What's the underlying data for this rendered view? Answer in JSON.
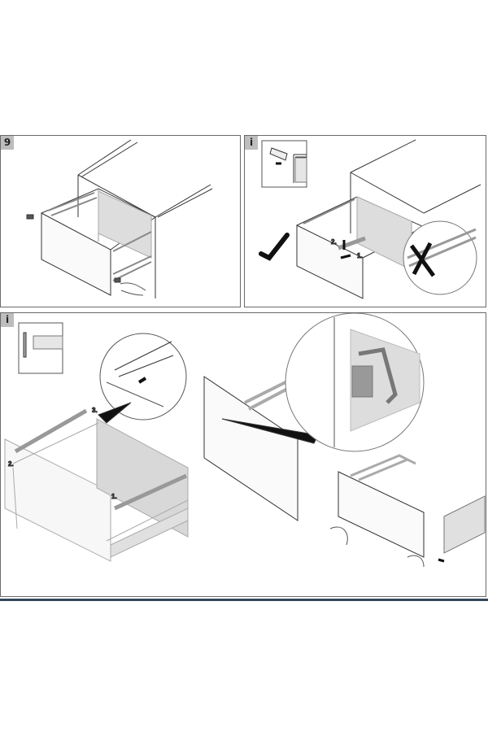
{
  "panels": [
    {
      "tag": "9"
    },
    {
      "tag": "i",
      "steps": [
        "2.",
        "1."
      ]
    },
    {
      "tag": "i",
      "steps": [
        "3.",
        "2.",
        "1."
      ]
    }
  ],
  "colors": {
    "panel_border": "#6a6a6a",
    "tag_bg": "#bdbdbd",
    "footer_rule": "#33475a"
  }
}
